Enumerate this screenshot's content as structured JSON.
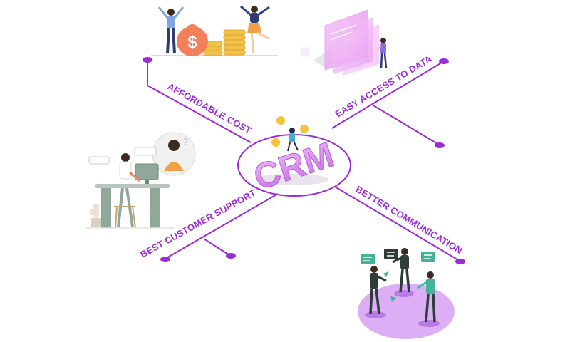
{
  "colors": {
    "accent": "#9b2bd8",
    "accent_light": "#d9a8f2",
    "gold": "#f2c14a",
    "coral": "#f47f5b",
    "teal": "#43b49a",
    "sage": "#8fa89a",
    "navy": "#2f3d73"
  },
  "center": {
    "label": "CRM"
  },
  "branches": [
    {
      "label": "AFFORDABLE COST"
    },
    {
      "label": "EASY ACCESS TO DATA"
    },
    {
      "label": "BEST CUSTOMER SUPPORT"
    },
    {
      "label": "BETTER COMMUNICATION"
    }
  ],
  "illustrations": {
    "money": {
      "symbol": "$"
    }
  }
}
